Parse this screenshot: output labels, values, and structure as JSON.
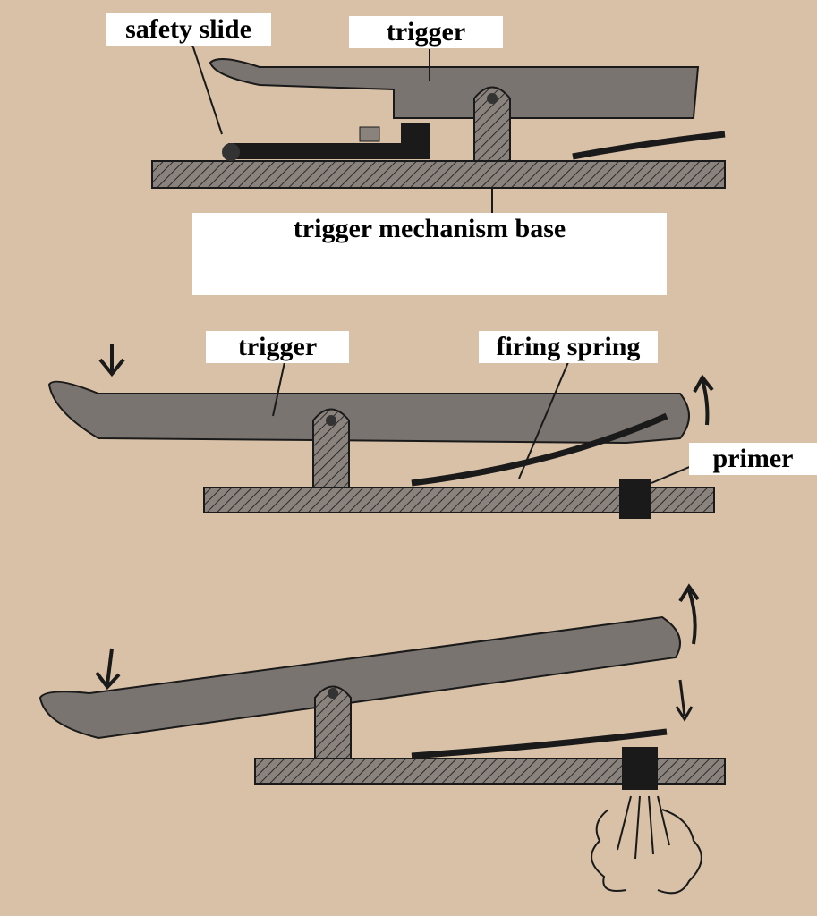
{
  "labels": {
    "safety_slide": "safety slide",
    "trigger_top": "trigger",
    "mechanism_base": "trigger mechanism base",
    "trigger_middle": "trigger",
    "firing_spring": "firing spring",
    "primer": "primer"
  },
  "colors": {
    "background": "#d8c1a6",
    "metal": "#7a7470",
    "ink": "#1a1a1a"
  }
}
